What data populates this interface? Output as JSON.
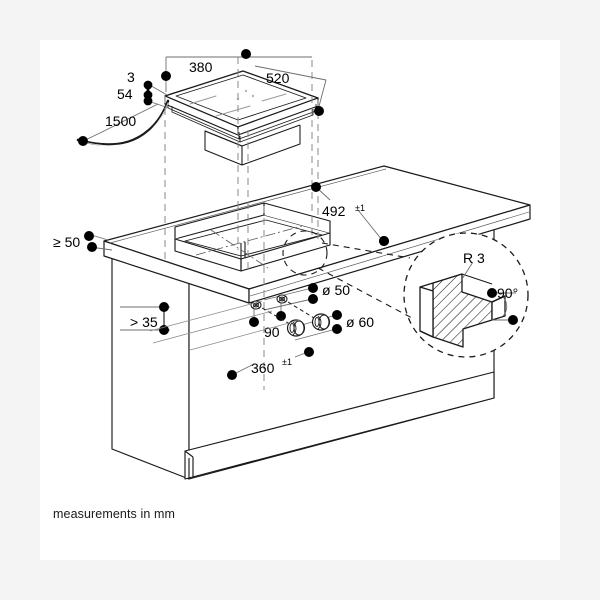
{
  "page": {
    "background_color": "#f4f4f5",
    "sheet_color": "#ffffff",
    "line_color": "#1a1a1a",
    "caption": "measurements in mm"
  },
  "diagram": {
    "title": "Cooktop installation dimension drawing",
    "subject": "built-in hob / cooktop cut-out in countertop",
    "units": "mm"
  },
  "dimensions": {
    "hob_width": "380",
    "hob_depth": "520",
    "cable_length": "1500",
    "frame_thickness": "3",
    "hob_height": "54",
    "cutout_width": "492",
    "cutout_width_tol": "±1",
    "cutout_depth": "360",
    "cutout_depth_tol": "±1",
    "rear_clearance": "≥ 50",
    "below_clearance": "> 35",
    "hole_small": "ø 50",
    "hole_large": "ø 60",
    "hole_spacing": "90",
    "corner_radius": "R 3",
    "corner_angle": "90°"
  },
  "detail": {
    "label_radius": "R 3",
    "label_angle": "90°"
  }
}
